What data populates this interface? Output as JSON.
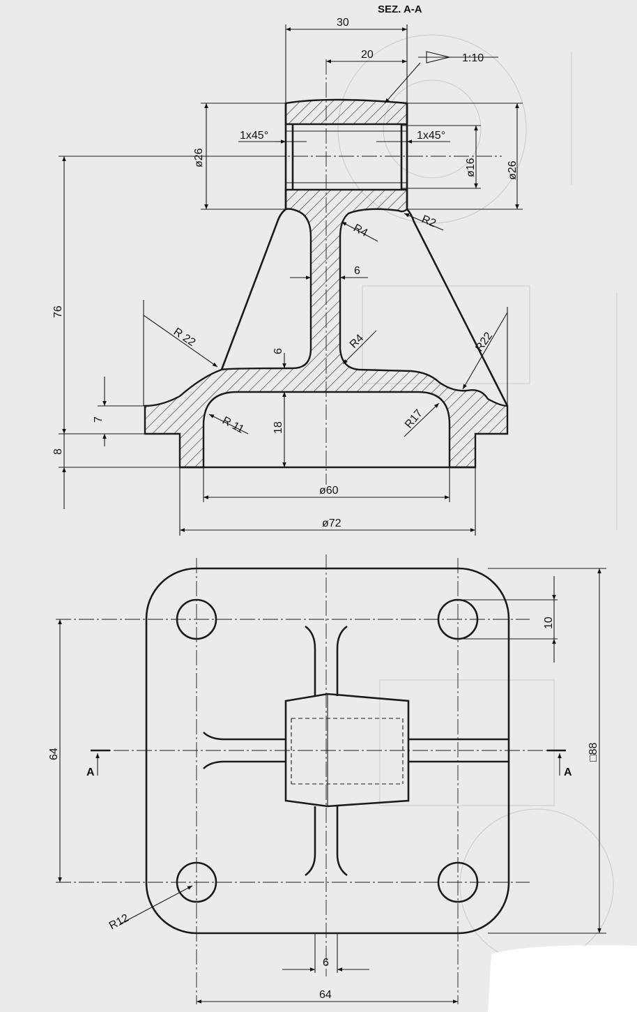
{
  "section_title": "SEZ. A-A",
  "taper_ratio": "1:10",
  "dimensions": {
    "top_width": "30",
    "offset_width": "20",
    "outer_dia_left": "ø26",
    "outer_dia_right": "ø26",
    "bore_dia": "ø16",
    "chamfer_left": "1x45°",
    "chamfer_right": "1x45°",
    "radius_top_left": "R4",
    "radius_top_right": "R2",
    "web_thickness": "6",
    "height_total": "76",
    "radius_left_outer": "R 22",
    "radius_right_outer": "R22",
    "radius_web_lower": "R4",
    "flange_step": "6",
    "flange_height": "7",
    "base_height": "8",
    "cavity_height": "18",
    "radius_inner_left": "R 11",
    "radius_inner_right": "R17",
    "inner_dia": "ø60",
    "outer_dia_base": "ø72",
    "hole_offset": "10",
    "square_size": "□88",
    "hole_spacing_vertical": "64",
    "hole_spacing_horizontal": "64",
    "corner_radius": "R12",
    "rib_thickness": "6"
  },
  "section_markers": {
    "left": "A",
    "right": "A"
  }
}
